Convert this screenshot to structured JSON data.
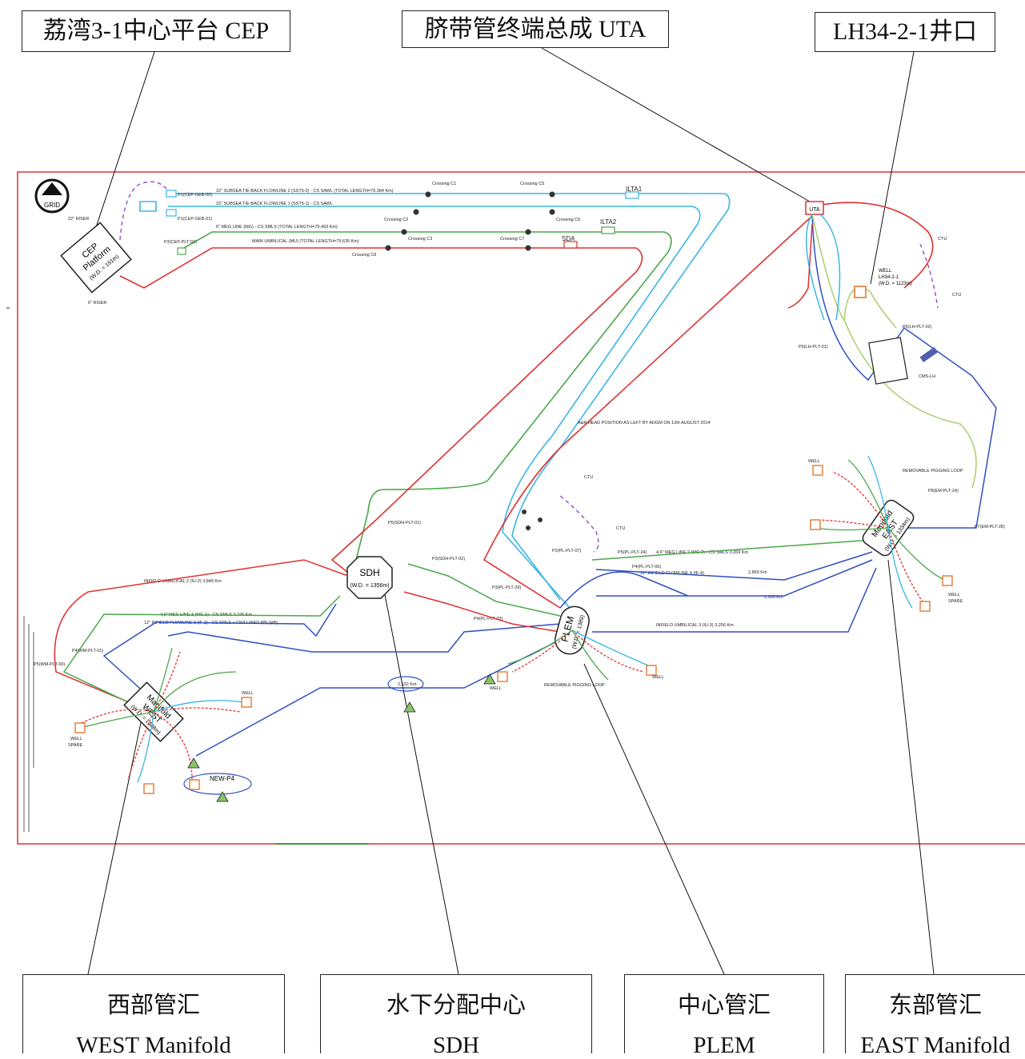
{
  "callouts": {
    "cep": "荔湾3-1中心平台 CEP",
    "uta": "脐带管终端总成 UTA",
    "well": "LH34-2-1井口",
    "west_cn": "西部管汇",
    "west_en": "WEST Manifold",
    "sdh_cn": "水下分配中心",
    "sdh_en": "SDH",
    "plem_cn": "中心管汇",
    "plem_en": "PLEM",
    "east_cn": "东部管汇",
    "east_en": "EAST Manifold"
  },
  "drawing": {
    "grid_logo": "GRID",
    "cep_box": [
      "CEP",
      "Platform",
      "(W.D. = 191m)"
    ],
    "uta_box": "UTA",
    "sdh_box": [
      "SDH",
      "(W.D. = 1356m)"
    ],
    "plem_box": [
      "PLEM",
      "(W.D. = 1389)"
    ],
    "west_box": [
      "Manifold",
      "WEST",
      "(W.D. = 1488m)"
    ],
    "east_box": [
      "Manifold",
      "EAST",
      "(W.D. = 1334m)"
    ],
    "well_box": [
      "WELL",
      "LH34-2-1",
      "(W.D. = 1123m)"
    ],
    "labels": {
      "p1_top": "P1(CEP-GEB-00)",
      "p1_bottom": "P1(CEP-GEB-01)",
      "p3_cep": "P3(CEP-PLT-01)",
      "riser_22": "22\" RISER",
      "riser_6": "6\" RISER",
      "ilta1": "ILTA1",
      "ilta2": "ILTA2",
      "sda": "SDA",
      "crossing_c1": "Crossing C1",
      "crossing_c2": "Crossing C2",
      "crossing_c3": "Crossing C3",
      "crossing_c5": "Crossing C5",
      "crossing_c6": "Crossing C6",
      "crossing_c7": "Crossing C7",
      "crossing_c8": "Crossing C8",
      "flowline2": "22\" SUBSEA TIE-BACK FLOWLINE 2 (SST5-2) - CS SAWL (TOTAL LENGTH=79.384 Km)",
      "flowline1": "22\" SUBSEA TIE-BACK FLOWLINE 1 (SST5-1) - CS SAWL",
      "meg_line": "6\" MEG LINE (MG) - CS SMLS (TOTAL LENGTH=79.493 Km)",
      "umbilical": "MAIN UMBILICAL (MU) (TOTAL LENGTH=79.635 Km)",
      "ctu": "CTU",
      "cms_lh": "CMS-LH",
      "p6": "P6(LH-PLT-02)",
      "p9": "P9(LH-PLT-01)",
      "p5_sdh": "P5(SDH-PLT-01)",
      "p3_sdh": "P3(SDH-PLT-02)",
      "p2": "P2(PL-PLT-07)",
      "p3_plem": "P3(PL-PLT-29)",
      "p4_plem": "P4(PL-PLT-03)",
      "p5_east": "P5(PL-PLT-24)",
      "p4_east": "P4(PL-PLT-05)",
      "p8": "P8(EM-PLT-24)",
      "p7": "P7(EM-PLT-28)",
      "p4_west": "P4(WM-PLT-01)",
      "p5_west": "P5(WM-PLT-00)",
      "new_p4": "NEW-P4",
      "infield_um2": "INFIELD UMBILICAL 2 (IU-2)  3,849 Km",
      "infield_um3": "INFIELD UMBILICAL 3 (IU-3)  3,256 Km",
      "meg_east": "4,6\" MEG LINE 2 (MG-2) - CS SMLS 3,269 Km",
      "meg_west": "4,6\" MEG LINE 1 (MG-1) - CS SMLS 3,246 Km",
      "flow_west": "12\" INFIELD FLOWLINE 2 (IF-2) - CS SMLS + CRA LINED ABI (HB)",
      "flow_east": "12\" INFIELD FLOWLINE 4 (IF-4)",
      "well_label": "WELL",
      "spare": "SPARE",
      "removable_loop": "REMOVABLE PIGGING LOOP",
      "anr": "A&R HEAD POSITION AS LEFT BY ADGM ON 12th AUGUST 2014",
      "dist_2532": "2,532 Km",
      "dist_2869": "2,869 Km",
      "dist_2005": "2,005 Km"
    }
  }
}
